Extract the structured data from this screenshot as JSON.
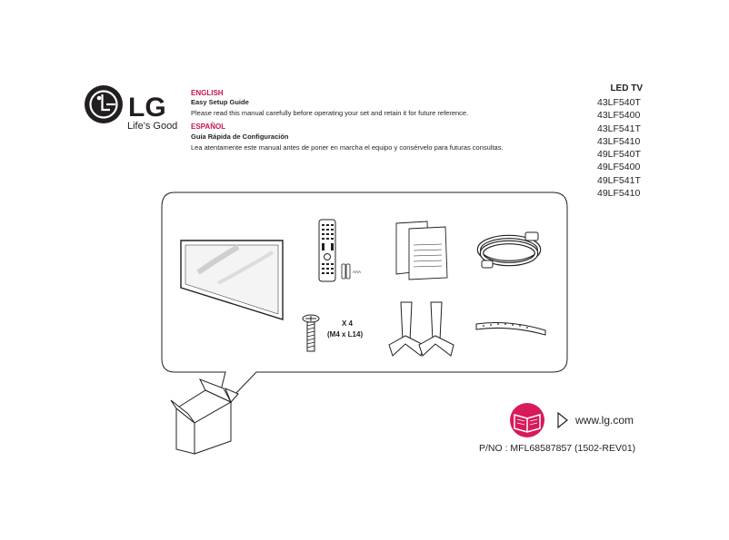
{
  "brand": {
    "name": "LG",
    "tagline": "Life's Good",
    "color": "#a50034"
  },
  "sections": {
    "english": {
      "language": "ENGLISH",
      "title": "Easy Setup Guide",
      "description": "Please read this manual carefully before operating your set and retain it for future reference."
    },
    "spanish": {
      "language": "ESPAÑOL",
      "title": "Guía Rápida de Configuración",
      "description": "Lea atentamente este manual antes de poner en marcha el equipo y consérvelo para futuras consultas."
    }
  },
  "product": {
    "type": "LED TV",
    "models": [
      "43LF540T",
      "43LF5400",
      "43LF541T",
      "43LF5410",
      "49LF540T",
      "49LF5400",
      "49LF541T",
      "49LF5410"
    ]
  },
  "accessories": {
    "battery_label": "AAA",
    "screw_count": "X 4",
    "screw_size": "(M4 x L14)"
  },
  "footer": {
    "website": "www.lg.com",
    "part_number": "P/NO : MFL68587857 (1502-REV01)"
  },
  "colors": {
    "accent": "#c6164f",
    "manual_icon_bg": "#d8195b",
    "border": "#231f20"
  },
  "icons": [
    "lg-logo-icon",
    "tv-panel-icon",
    "remote-control-icon",
    "batteries-icon",
    "manuals-icon",
    "power-cord-icon",
    "screw-icon",
    "stand-icon",
    "cable-holder-icon",
    "box-icon",
    "manual-book-icon",
    "arrow-right-icon"
  ]
}
